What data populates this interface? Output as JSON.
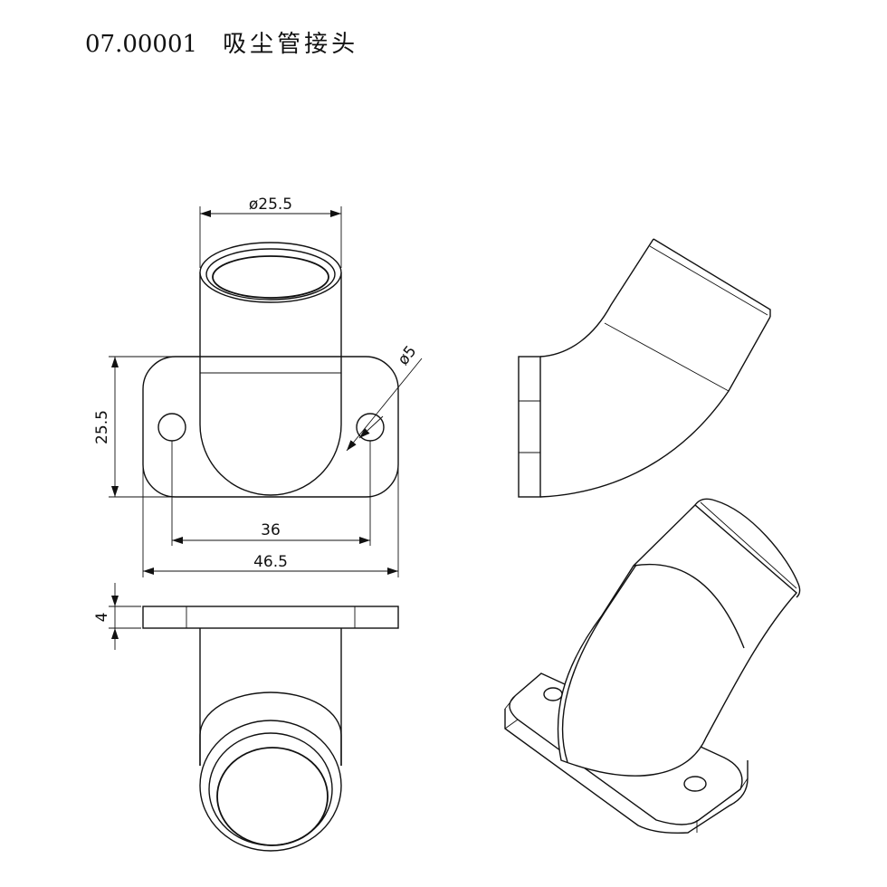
{
  "header": {
    "part_number": "07.00001",
    "title": "吸尘管接头"
  },
  "dimensions": {
    "pipe_diameter": "ø25.5",
    "hole_diameter": "ø5",
    "flange_height": "25.5",
    "hole_spacing": "36",
    "flange_width": "46.5",
    "flange_thickness": "4"
  },
  "colors": {
    "line": "#111111",
    "background": "#ffffff"
  }
}
